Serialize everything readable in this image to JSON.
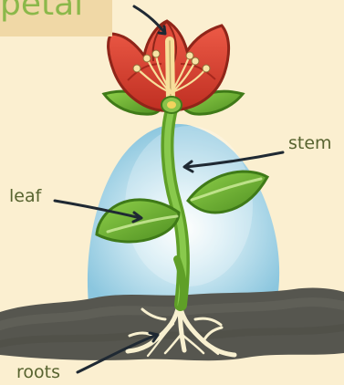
{
  "labels": {
    "petal": "petal",
    "stem": "stem",
    "leaf": "leaf",
    "roots": "roots"
  },
  "colors": {
    "background": "#fbefd0",
    "petal": "#d63b2b",
    "petal_dark": "#b52c20",
    "stem": "#6fb234",
    "leaf": "#69ad2f",
    "soil": "#56564f",
    "sky": "#b9dff0",
    "label_text": "#57632f",
    "petal_label_text": "#8bb84a",
    "arrow": "#1f2933"
  }
}
